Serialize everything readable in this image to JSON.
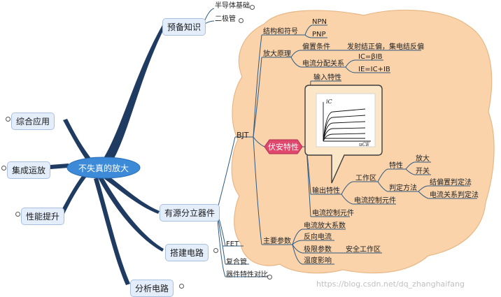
{
  "central_topic": "不失真的放大",
  "left_branches": [
    "综合应用",
    "集成运放",
    "性能提升"
  ],
  "right_branches": {
    "prep": "预备知识",
    "prep_children": [
      "半导体基础",
      "二极管"
    ],
    "active": "有源分立器件",
    "build": "搭建电路",
    "analysis": "分析电路"
  },
  "active_children": {
    "bjt": "BJT",
    "fet": "FET",
    "composite": "复合管",
    "compare": "器件特性对比"
  },
  "bjt_children": {
    "struct": "结构和符号",
    "npn": "NPN",
    "pnp": "PNP",
    "amp_principle": "放大原理",
    "bias_condition": "偏置条件",
    "bias_value": "发射结正偏，集电结反偏",
    "current_dist": "电流分配关系",
    "ic_eq": "IC=βIB",
    "ie_eq": "IE=IC+IB",
    "va": "伏安特性",
    "input_char": "输入特性",
    "output_char": "输出特性",
    "work_zone": "工作区",
    "feature": "特性",
    "amplify": "放大",
    "switch": "开关",
    "judge": "判定方法",
    "judge_bias": "结偏置判定法",
    "judge_current": "电流关系判定法",
    "current_ctrl": "电流控制元件",
    "current_ctrl2": "电流控制元件",
    "main_params": "主要参数",
    "beta": "电流放大系数",
    "reverse": "反向电流",
    "limit": "极限参数",
    "safe_zone": "安全工作区",
    "temp": "温度影响"
  },
  "plot_labels": {
    "y": "iC",
    "x": "uCE"
  },
  "watermark": "https://blog.csdn.net/dq_zhanghaifang",
  "colors": {
    "cloud": "#fad3aa",
    "va_tag": "#e0476c",
    "line": "#2e5a83",
    "pill_bg": "#e4eefb"
  }
}
